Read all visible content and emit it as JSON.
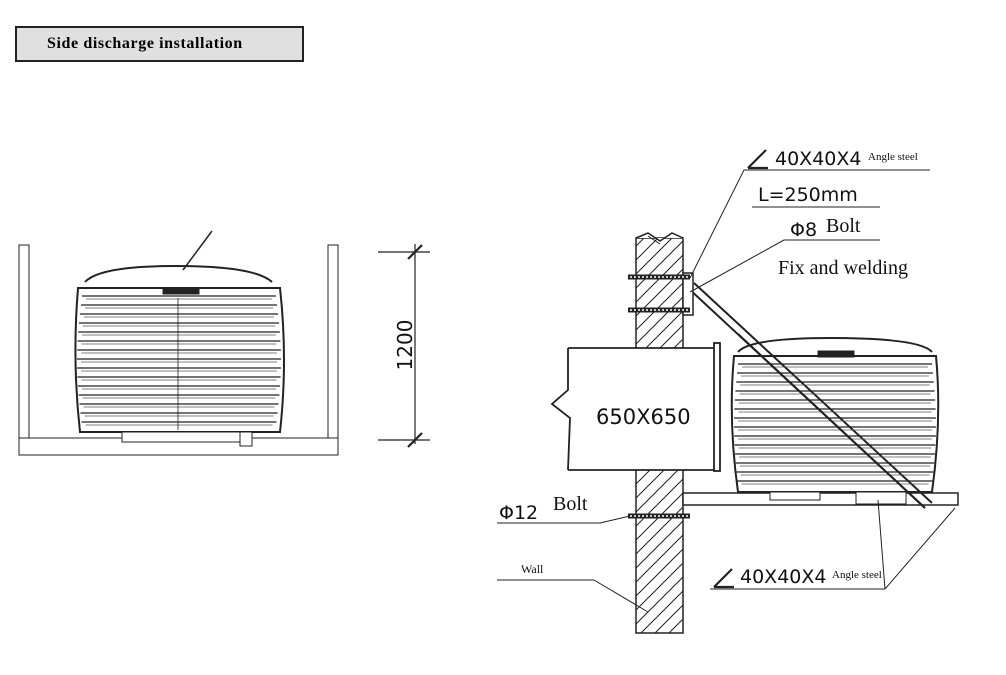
{
  "title": "Side discharge installation",
  "left_view": {
    "dimension_label": "1200"
  },
  "right_view": {
    "duct_label": "650X650",
    "top_angle_steel": {
      "size": "40X40X4",
      "note": "Angle steel",
      "length": "L=250mm"
    },
    "top_bolt": {
      "size": "Φ8",
      "label": "Bolt",
      "note": "Fix and welding"
    },
    "bottom_bolt": {
      "size": "Φ12",
      "label": "Bolt"
    },
    "wall_label": "Wall",
    "bottom_angle_steel": {
      "size": "40X40X4",
      "note": "Angle steel"
    }
  }
}
